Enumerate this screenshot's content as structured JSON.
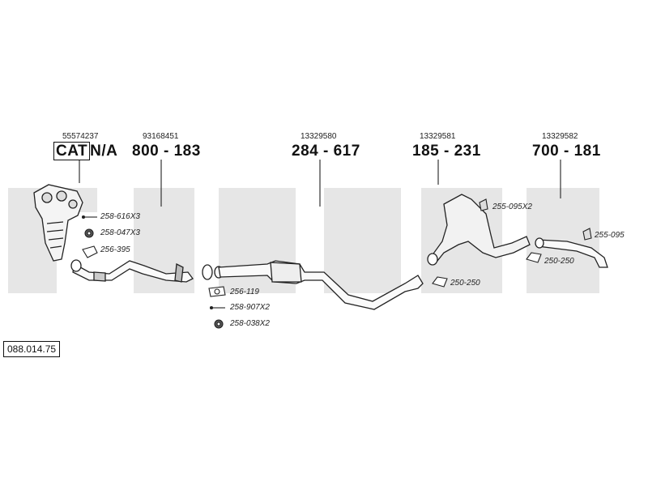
{
  "diagram_ref": "088.014.75",
  "watermark_color": "#e6e6e6",
  "groups": [
    {
      "oe": "55574237",
      "cat": "CAT",
      "part_suffix": "N/A"
    },
    {
      "oe": "93168451",
      "part": "800 - 183"
    },
    {
      "oe": "13329580",
      "part": "284 - 617"
    },
    {
      "oe": "13329581",
      "part": "185 - 231"
    },
    {
      "oe": "13329582",
      "part": "700 - 181"
    }
  ],
  "labels": {
    "l1": "258-616X3",
    "l2": "258-047X3",
    "l3": "256-395",
    "l4": "256-119",
    "l5": "258-907X2",
    "l6": "258-038X2",
    "l7": "255-095X2",
    "l8": "255-095",
    "l9": "250-250",
    "l10": "250-250"
  }
}
